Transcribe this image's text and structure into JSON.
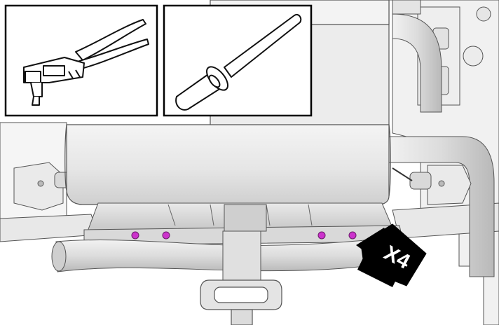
{
  "diagram": {
    "inset_tools": [
      {
        "id": "rivet-gun",
        "icon": "rivet-gun-icon"
      },
      {
        "id": "pop-rivet",
        "icon": "pop-rivet-icon"
      }
    ],
    "fastener_marker_color": "#cc33cc",
    "fastener_count_label": "X4",
    "arrow_color": "#000000",
    "arrow_text_color": "#ffffff"
  }
}
